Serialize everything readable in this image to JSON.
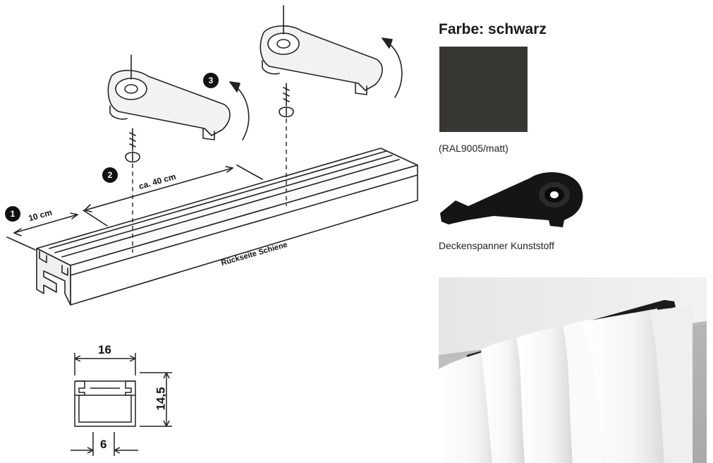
{
  "color_info": {
    "heading": "Farbe: schwarz",
    "swatch_color": "#383633",
    "ral_code": "(RAL9005/matt)"
  },
  "clip": {
    "caption": "Deckenspanner Kunststoff",
    "color": "#151515"
  },
  "diagram": {
    "steps": [
      "1",
      "2",
      "3"
    ],
    "distance_first": "10 cm",
    "distance_spacing": "ca. 40 cm",
    "rail_label": "Rückseite Schiene"
  },
  "profile": {
    "width": "16",
    "height": "14,5",
    "opening": "6"
  },
  "photo": {
    "icon": "curtain-rail-photo",
    "ceiling_color": "#dcdcdc",
    "rail_color": "#1c1c1c",
    "curtain_color": "#f4f4f4"
  }
}
